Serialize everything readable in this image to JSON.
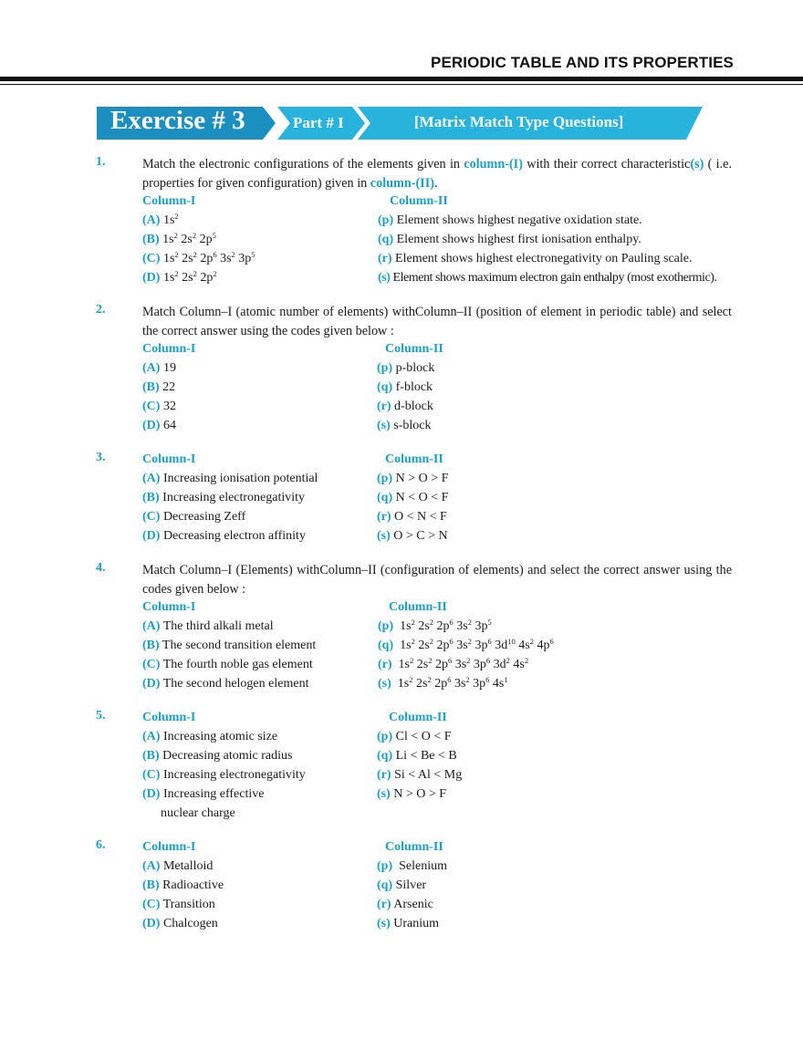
{
  "header": {
    "title": "PERIODIC TABLE AND ITS PROPERTIES"
  },
  "banner": {
    "exercise": "Exercise # 3",
    "part": "Part # I",
    "type": "[Matrix Match Type Questions]"
  },
  "colors": {
    "accent": "#1aa0c8",
    "banner_dark": "#1b8fc0",
    "banner_light": "#27b3dc",
    "text": "#1a1a1a"
  },
  "questions": [
    {
      "number": "1.",
      "stem_parts": [
        "Match the electronic configurations of the elements given in ",
        "column-(I)",
        " with their correct characteristic",
        "(s)",
        " ( i.e. properties for given configuration) given in ",
        "column-(II)",
        "."
      ],
      "col1_header": "Column-I",
      "col2_header": "Column-II",
      "col1": [
        {
          "label": "(A)",
          "text": "1s2"
        },
        {
          "label": "(B)",
          "text": "1s2 2s2 2p5"
        },
        {
          "label": "(C)",
          "text": "1s2 2s2 2p6 3s2 3p5"
        },
        {
          "label": "(D)",
          "text": "1s2 2s2 2p2"
        }
      ],
      "col2": [
        {
          "label": "(p)",
          "text": "Element shows highest negative oxidation state."
        },
        {
          "label": "(q)",
          "text": "Element shows highest first ionisation enthalpy."
        },
        {
          "label": "(r)",
          "text": "Element shows highest electronegativity on Pauling scale."
        },
        {
          "label": "(s)",
          "text": "Element shows maximum electron gain enthalpy (most exothermic)."
        }
      ]
    },
    {
      "number": "2.",
      "stem": "Match Column–I (atomic number of elements) withColumn–II (position of element in periodic table) and select the correct answer using the codes given below :",
      "col1_header": "Column-I",
      "col2_header": "Column-II",
      "col1": [
        {
          "label": "(A)",
          "text": "19"
        },
        {
          "label": "(B)",
          "text": "22"
        },
        {
          "label": "(C)",
          "text": "32"
        },
        {
          "label": "(D)",
          "text": "64"
        }
      ],
      "col2": [
        {
          "label": "(p)",
          "text": "p-block"
        },
        {
          "label": "(q)",
          "text": "f-block"
        },
        {
          "label": "(r)",
          "text": "d-block"
        },
        {
          "label": "(s)",
          "text": "s-block"
        }
      ]
    },
    {
      "number": "3.",
      "col1_header": "Column-I",
      "col2_header": "Column-II",
      "col1": [
        {
          "label": "(A)",
          "text": "Increasing ionisation potential"
        },
        {
          "label": "(B)",
          "text": "Increasing electronegativity"
        },
        {
          "label": "(C)",
          "text": "Decreasing Zeff"
        },
        {
          "label": "(D)",
          "text": "Decreasing electron affinity"
        }
      ],
      "col2": [
        {
          "label": "(p)",
          "text": "N > O > F"
        },
        {
          "label": "(q)",
          "text": "N < O < F"
        },
        {
          "label": "(r)",
          "text": "O < N < F"
        },
        {
          "label": "(s)",
          "text": "O > C > N"
        }
      ]
    },
    {
      "number": "4.",
      "stem": "Match Column–I (Elements) withColumn–II (configuration of elements) and select the correct answer using the codes given below :",
      "col1_header": "Column-I",
      "col2_header": "Column-II",
      "col1": [
        {
          "label": "(A)",
          "text": "The third alkali metal"
        },
        {
          "label": "(B)",
          "text": "The second transition element"
        },
        {
          "label": "(C)",
          "text": "The fourth noble gas element"
        },
        {
          "label": "(D)",
          "text": "The second helogen element"
        }
      ],
      "col2": [
        {
          "label": "(p)",
          "text": "1s2 2s2 2p6 3s2 3p5"
        },
        {
          "label": "(q)",
          "text": "1s2 2s2 2p6 3s2 3p6 3d10 4s2 4p6"
        },
        {
          "label": "(r)",
          "text": "1s2 2s2 2p6 3s2 3p6 3d2 4s2"
        },
        {
          "label": "(s)",
          "text": "1s2 2s2 2p6 3s2 3p6 4s1"
        }
      ]
    },
    {
      "number": "5.",
      "col1_header": "Column-I",
      "col2_header": "Column-II",
      "col1": [
        {
          "label": "(A)",
          "text": "Increasing atomic size"
        },
        {
          "label": "(B)",
          "text": "Decreasing atomic radius"
        },
        {
          "label": "(C)",
          "text": "Increasing electronegativity"
        },
        {
          "label": "(D)",
          "text": "Increasing effective"
        }
      ],
      "col1_continuation": "nuclear charge",
      "col2": [
        {
          "label": "(p)",
          "text": "Cl < O < F"
        },
        {
          "label": "(q)",
          "text": "Li < Be < B"
        },
        {
          "label": "(r)",
          "text": "Si < Al < Mg"
        },
        {
          "label": "(s)",
          "text": "N > O > F"
        }
      ]
    },
    {
      "number": "6.",
      "col1_header": "Column-I",
      "col2_header": "Column-II",
      "col1": [
        {
          "label": "(A)",
          "text": "Metalloid"
        },
        {
          "label": "(B)",
          "text": "Radioactive"
        },
        {
          "label": "(C)",
          "text": "Transition"
        },
        {
          "label": "(D)",
          "text": "Chalcogen"
        }
      ],
      "col2": [
        {
          "label": "(p)",
          "text": "Selenium"
        },
        {
          "label": "(q)",
          "text": "Silver"
        },
        {
          "label": "(r)",
          "text": "Arsenic"
        },
        {
          "label": "(s)",
          "text": "Uranium"
        }
      ]
    }
  ]
}
